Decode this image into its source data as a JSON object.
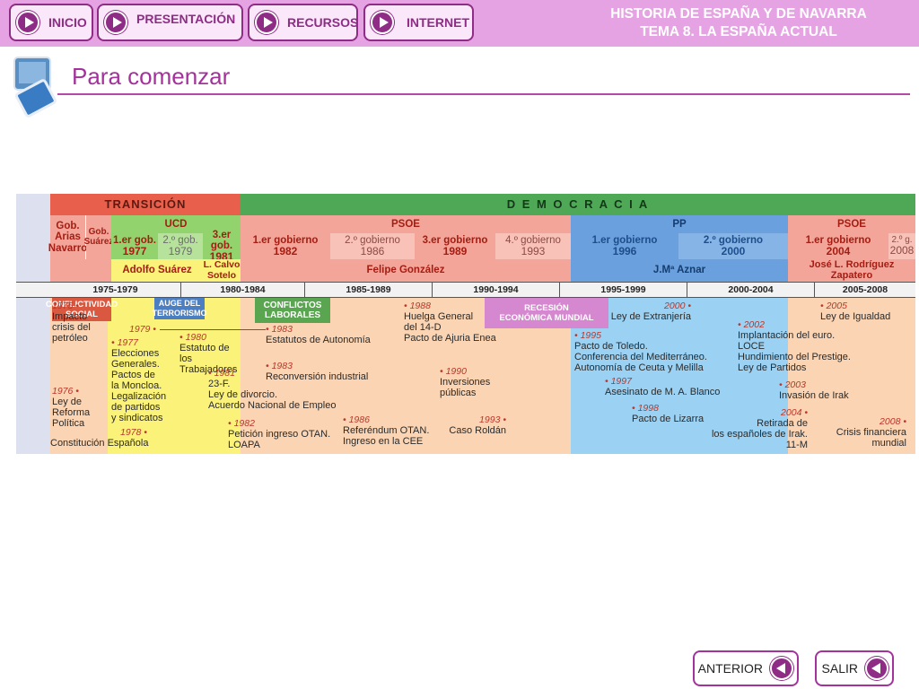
{
  "nav": {
    "inicio": "INICIO",
    "presentacion": "PRESENTACIÓN",
    "recursos": "RECURSOS",
    "internet": "INTERNET"
  },
  "header": {
    "line1": "HISTORIA DE ESPAÑA Y DE NAVARRA",
    "line2": "TEMA 8. LA ESPAÑA ACTUAL"
  },
  "page": {
    "title": "Para comenzar"
  },
  "timeline": {
    "eras": {
      "transicion": "TRANSICIÓN",
      "democracia": "D E M O C R A C I A"
    },
    "parties": {
      "ucd": "UCD",
      "psoe1": "PSOE",
      "pp": "PP",
      "psoe2": "PSOE"
    },
    "gob_arias": [
      "Gob.",
      "Arias",
      "Navarro"
    ],
    "gob_suarez": [
      "Gob.",
      "Suárez"
    ],
    "govts": [
      {
        "label": "1.er gob.",
        "year": "1977"
      },
      {
        "label": "2.º gob.",
        "year": "1979"
      },
      {
        "label": "3.er gob.",
        "year": "1981"
      },
      {
        "label": "1.er gobierno",
        "year": "1982"
      },
      {
        "label": "2.º gobierno",
        "year": "1986"
      },
      {
        "label": "3.er gobierno",
        "year": "1989"
      },
      {
        "label": "4.º gobierno",
        "year": "1993"
      },
      {
        "label": "1.er gobierno",
        "year": "1996"
      },
      {
        "label": "2.º gobierno",
        "year": "2000"
      },
      {
        "label": "1.er gobierno",
        "year": "2004"
      },
      {
        "label": "2.º g.",
        "year": "2008"
      }
    ],
    "presidents": {
      "suarez": "Adolfo Suárez",
      "calvo": "L. Calvo Sotelo",
      "gonzalez": "Felipe González",
      "aznar": "J.Mª Aznar",
      "zapatero": "José L. Rodríguez Zapatero"
    },
    "periods": [
      "1975-1979",
      "1980-1984",
      "1985-1989",
      "1990-1994",
      "1995-1999",
      "2000-2004",
      "2005-2008"
    ],
    "labels": {
      "conflictividad": "CONFLICTIVIDAD\nSOCIAL",
      "terrorismo": "AUGE DEL\nTERRORISMO",
      "laborales": "CONFLICTOS\nLABORALES",
      "recesion": "RECESIÓN\nECONÓMICA MUNDIAL"
    },
    "events": {
      "e1975": {
        "year": "1975 •",
        "text": "Impacto\ncrisis del\npetróleo"
      },
      "e1976": {
        "year": "1976 •",
        "text": "Ley de\nReforma\nPolítica"
      },
      "e1977": {
        "year": "• 1977",
        "text": "Elecciones\nGenerales.\nPactos de\nla Moncloa.\nLegalización\nde partidos\ny sindicatos"
      },
      "e1978": {
        "year": "1978 •",
        "text": "Constitución Española"
      },
      "e1979": {
        "year": "1979 •",
        "text": ""
      },
      "e1980": {
        "year": "• 1980",
        "text": "Estatuto de\nlos Trabajadores"
      },
      "e1981": {
        "year": "• 1981",
        "text": "23-F.\nLey de divorcio.\nAcuerdo Nacional de Empleo"
      },
      "e1982": {
        "year": "• 1982",
        "text": "Petición ingreso OTAN.\nLOAPA"
      },
      "e1983a": {
        "year": "• 1983",
        "text": "Estatutos de Autonomía"
      },
      "e1983b": {
        "year": "• 1983",
        "text": "Reconversión industrial"
      },
      "e1986": {
        "year": "• 1986",
        "text": "Referéndum OTAN.\nIngreso en la CEE"
      },
      "e1988": {
        "year": "• 1988",
        "text": "Huelga General\ndel 14-D\nPacto de Ajuria Enea"
      },
      "e1990": {
        "year": "• 1990",
        "text": "Inversiones\npúblicas"
      },
      "e1993": {
        "year": "1993 •",
        "text": "Caso Roldán"
      },
      "e1995": {
        "year": "• 1995",
        "text": "Pacto de Toledo.\nConferencia del Mediterráneo.\nAutonomía de Ceuta y Melilla"
      },
      "e1997": {
        "year": "• 1997",
        "text": "Asesinato de M. A. Blanco"
      },
      "e1998": {
        "year": "• 1998",
        "text": "Pacto de Lizarra"
      },
      "e2000": {
        "year": "2000 •",
        "text": "Ley de Extranjería"
      },
      "e2002": {
        "year": "• 2002",
        "text": "Implantación del euro.\nLOCE\nHundimiento del Prestige.\nLey de Partidos"
      },
      "e2003": {
        "year": "• 2003",
        "text": "Invasión de Irak"
      },
      "e2004": {
        "year": "2004 •",
        "text": "Retirada de\nlos españoles de Irak.\n11-M"
      },
      "e2005": {
        "year": "• 2005",
        "text": "Ley de Igualdad"
      },
      "e2008": {
        "year": "2008 •",
        "text": "Crisis financiera\nmundial"
      }
    }
  },
  "footer": {
    "anterior": "ANTERIOR",
    "salir": "SALIR"
  },
  "colors": {
    "accent": "#a3329b",
    "topbar": "#e6a3e3",
    "transicion": "#e8604c",
    "democracia": "#4fa855",
    "ucd": "#92d36e",
    "psoe": "#f4a59a",
    "pp": "#6aa0dd",
    "events_blue": "#9bd1f3",
    "events_yellow": "#fbf27a",
    "events_peach": "#fbd4b3"
  }
}
